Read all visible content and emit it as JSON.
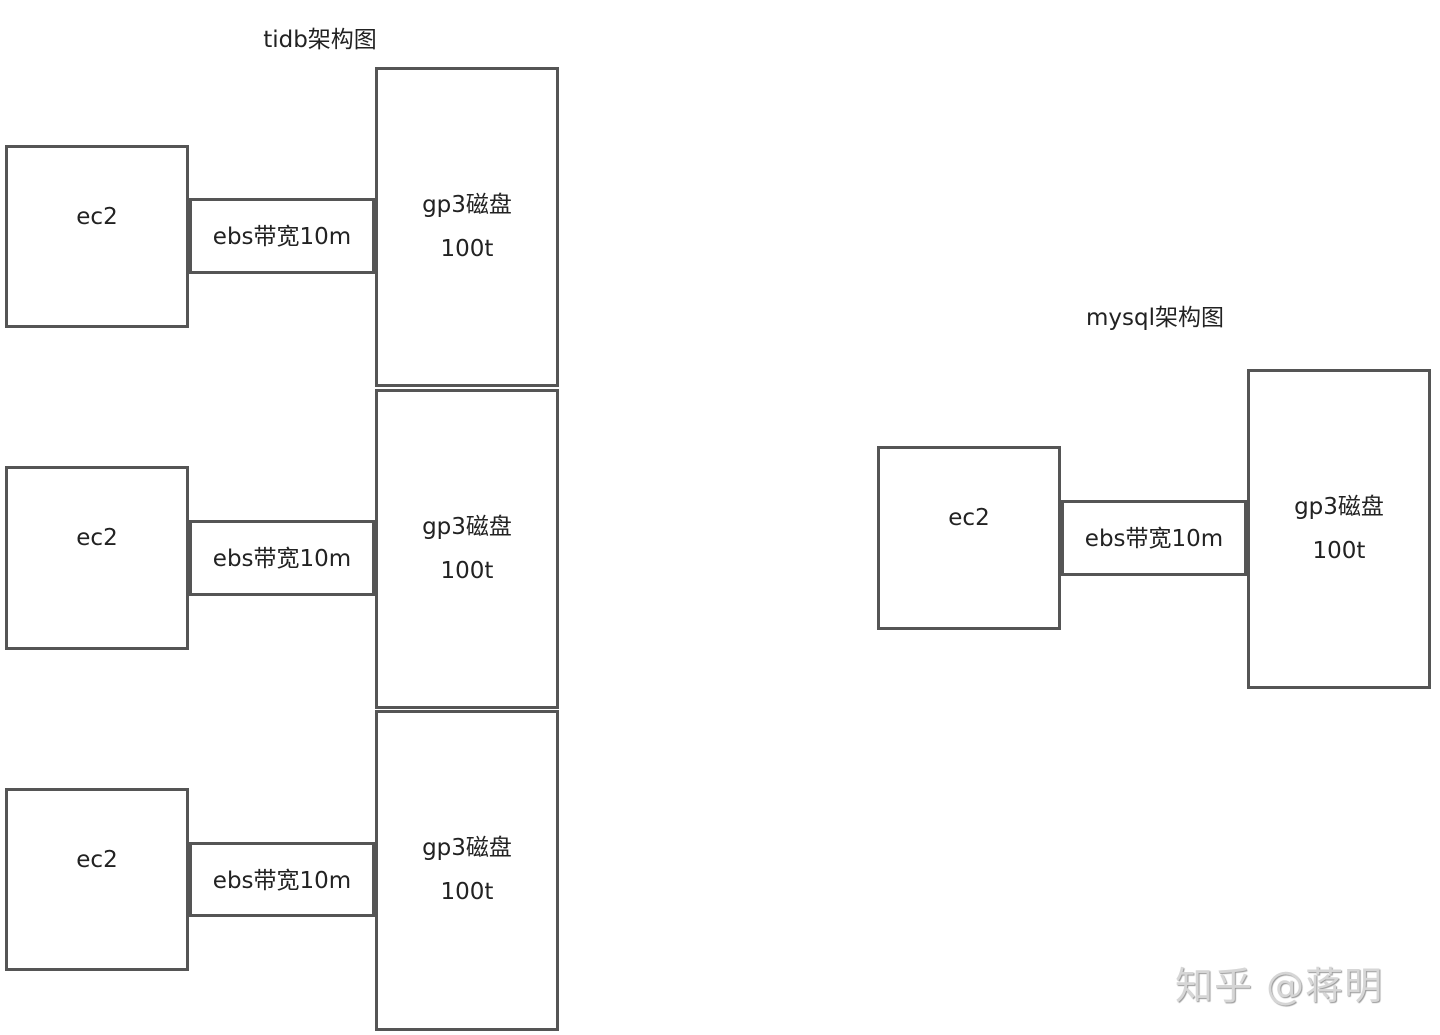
{
  "tidb": {
    "title": "tidb架构图",
    "rows": [
      {
        "ec2": "ec2",
        "link": "ebs带宽10m",
        "disk": "gp3磁盘",
        "size": "100t"
      },
      {
        "ec2": "ec2",
        "link": "ebs带宽10m",
        "disk": "gp3磁盘",
        "size": "100t"
      },
      {
        "ec2": "ec2",
        "link": "ebs带宽10m",
        "disk": "gp3磁盘",
        "size": "100t"
      }
    ]
  },
  "mysql": {
    "title": "mysql架构图",
    "ec2": "ec2",
    "link": "ebs带宽10m",
    "disk": "gp3磁盘",
    "size": "100t"
  },
  "watermark": "知乎 @蒋明"
}
